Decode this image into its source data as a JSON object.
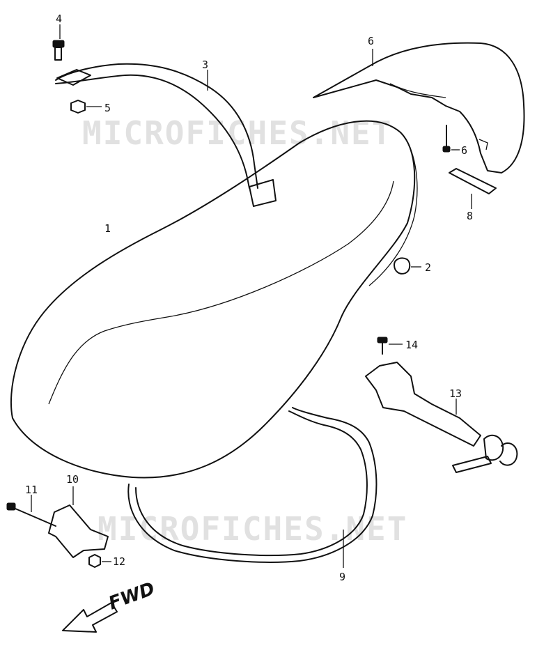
{
  "diagram": {
    "watermark_top": "MICROFICHES.NET",
    "watermark_bottom": "MICROFICHES.NET",
    "direction_label": "FWD",
    "callouts": {
      "c1": "1",
      "c2": "2",
      "c3": "3",
      "c4": "4",
      "c5": "5",
      "c6a": "6",
      "c6b": "6",
      "c8": "8",
      "c9": "9",
      "c10": "10",
      "c11": "11",
      "c12": "12",
      "c13": "13",
      "c14": "14"
    }
  }
}
